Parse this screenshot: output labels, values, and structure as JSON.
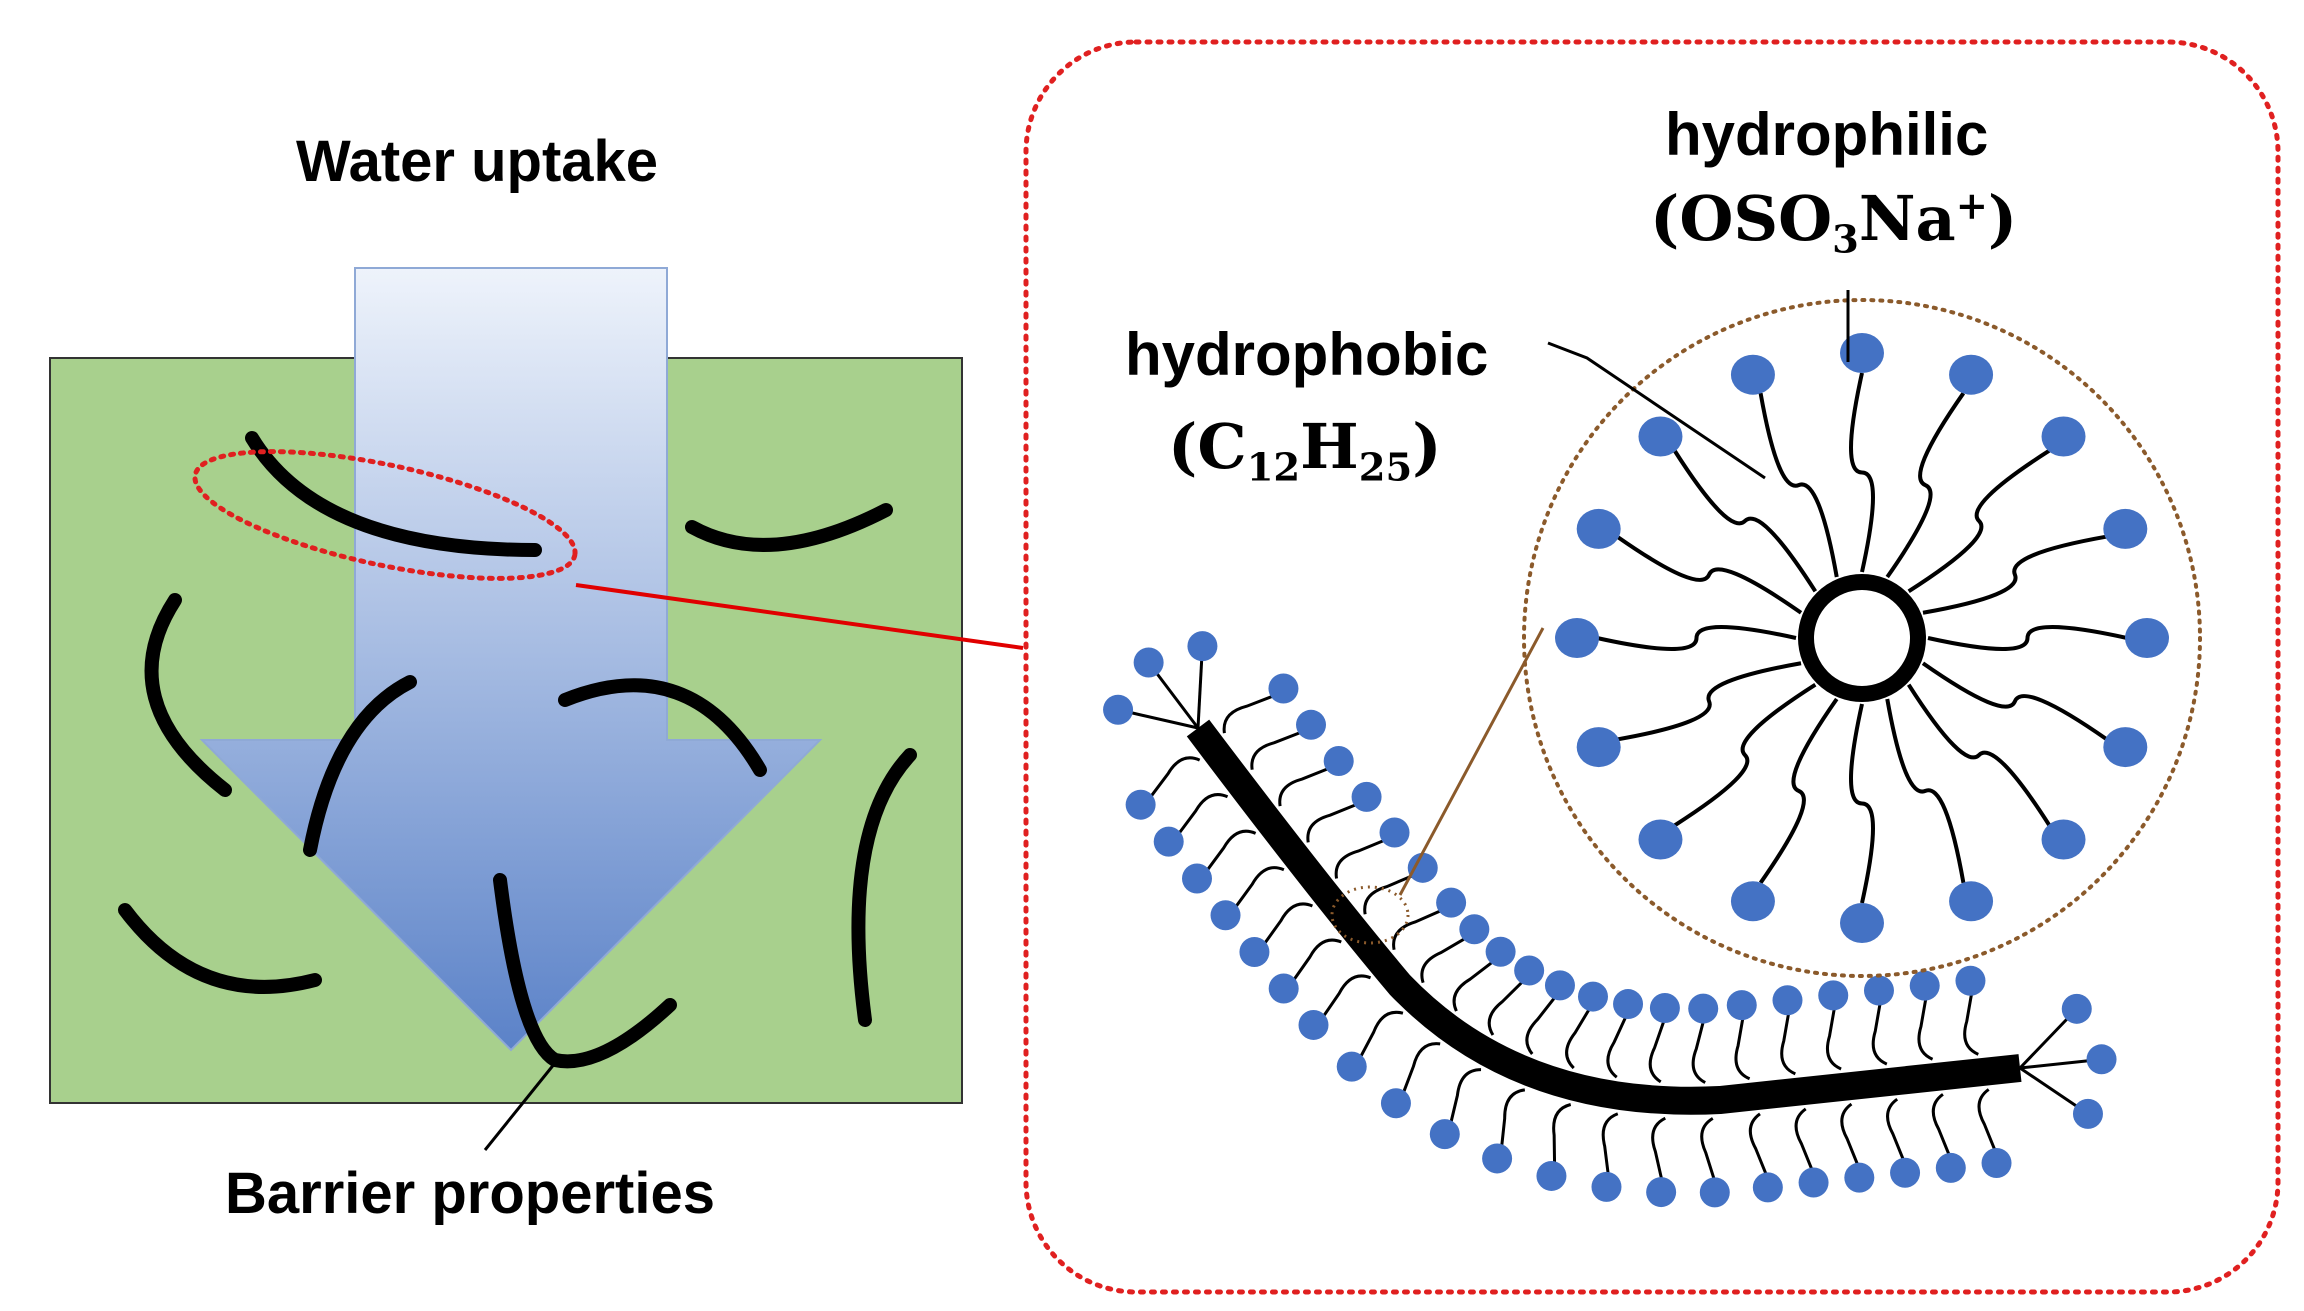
{
  "labels": {
    "water_uptake": "Water uptake",
    "barrier_properties": "Barrier properties",
    "hydrophilic": "hydrophilic",
    "hydrophobic": "hydrophobic"
  },
  "formulas": {
    "hydrophilic": {
      "open": "(OSO",
      "sub": "3",
      "mid": "Na",
      "sup": "+",
      "close": ")"
    },
    "hydrophobic": {
      "open": "(C",
      "sub1": "12",
      "mid": "H",
      "sub2": "25",
      "close": ")"
    }
  },
  "colors": {
    "matrix_fill": "#a8d08d",
    "arrow_top": "#eef3fb",
    "arrow_bottom": "#5b82c8",
    "head_blue": "#4472c4",
    "dotted_red": "#e02020",
    "dotted_brown": "#8b5a2b",
    "connector_red": "#e00000"
  }
}
